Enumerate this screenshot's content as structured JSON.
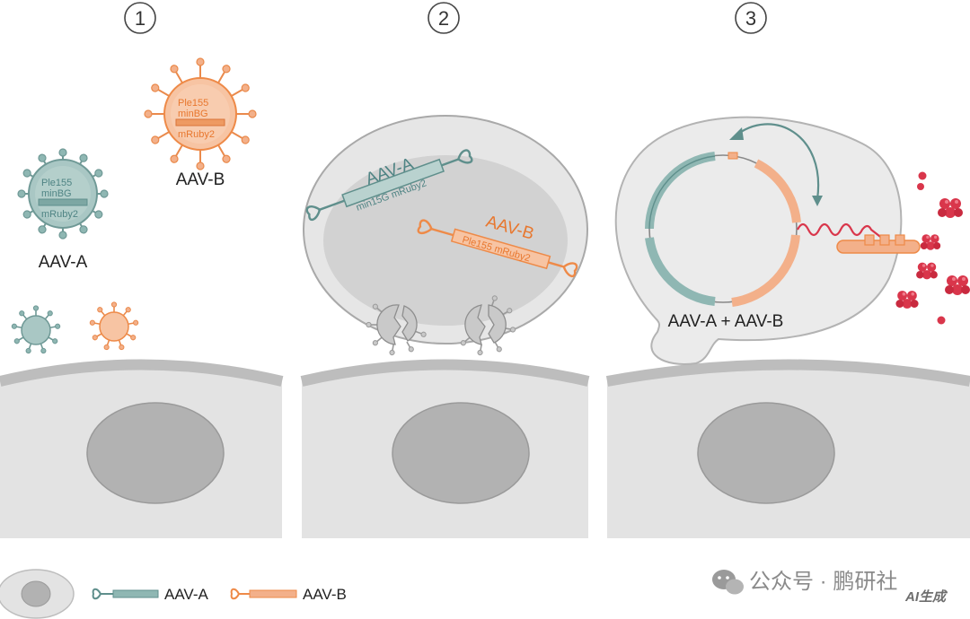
{
  "steps": [
    "1",
    "2",
    "3"
  ],
  "panel1": {
    "virus_b": {
      "line1": "Ple155",
      "line2": "minBG",
      "line3": "mRuby2",
      "label": "AAV-B"
    },
    "virus_a": {
      "line1": "Ple155",
      "line2": "minBG",
      "line3": "mRuby2",
      "label": "AAV-A"
    }
  },
  "panel2": {
    "construct_a": {
      "name": "AAV-A",
      "inner": "min15G  mRuby2"
    },
    "construct_b": {
      "name": "AAV-B",
      "inner": "Ple155  mRuby2"
    }
  },
  "panel3": {
    "label": "AAV-A + AAV-B"
  },
  "legend": {
    "aav_a": "AAV-A",
    "aav_b": "AAV-B"
  },
  "watermark": {
    "text": "公众号 · 鹏研社",
    "badge": "AI生成"
  },
  "colors": {
    "teal": "#8fb7b3",
    "teal_dark": "#5f8f8c",
    "orange": "#f3b08a",
    "orange_dark": "#ee8a48",
    "red": "#d9364b",
    "cell": "#e3e3e3",
    "nucleus": "#b2b2b2"
  }
}
